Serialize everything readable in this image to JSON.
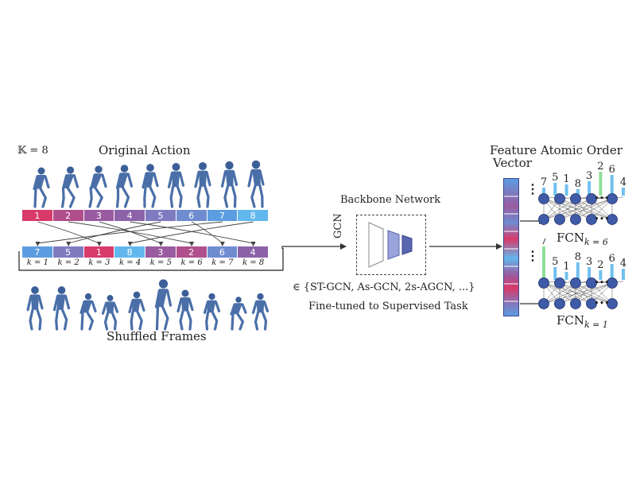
{
  "labels": {
    "k_constant": "𝕂 = 8",
    "original_action": "Original Action",
    "shuffled_frames": "Shuffled Frames",
    "backbone_network": "Backbone Network",
    "gcn": "GCN",
    "backbone_set": "∈ {ST-GCN, As-GCN, 2s-AGCN, ...}",
    "fine_tuned": "Fine-tuned to Supervised Task",
    "feature": "Feature",
    "vector": "Vector",
    "atomic_order": "Atomic Order",
    "fcn_top": "FCN",
    "fcn_top_sub": "k = 6",
    "fcn_bottom": "FCN",
    "fcn_bottom_sub": "k = 1",
    "ellipsis": "⋮"
  },
  "original_sequence": [
    "1",
    "2",
    "3",
    "4",
    "5",
    "6",
    "7",
    "8"
  ],
  "shuffled_sequence": [
    "7",
    "5",
    "1",
    "8",
    "3",
    "2",
    "6",
    "4"
  ],
  "position_labels": [
    "k = 1",
    "k = 2",
    "k = 3",
    "k = 4",
    "k = 5",
    "k = 6",
    "k = 7",
    "k = 8"
  ],
  "top_bars": [
    "7",
    "5",
    "1",
    "8",
    "3",
    "2",
    "6",
    "4"
  ],
  "top_highlight": "2",
  "bottom_bars": [
    "7",
    "5",
    "1",
    "8",
    "3",
    "2",
    "6",
    "4"
  ],
  "bottom_highlight": "7",
  "colors": {
    "frame_1": "#d83a6a",
    "frame_2": "#b04f8c",
    "frame_3": "#9a5ba0",
    "frame_4": "#8c62a8",
    "frame_5": "#7f7bc0",
    "frame_6": "#6f8cd0",
    "frame_7": "#5c9ce0",
    "frame_8": "#62b8ee",
    "bar_default": "#6fc0ef",
    "bar_highlight": "#8fe09a",
    "node_fill": "#3f5ba8",
    "gcn_layer": "#5a66b0"
  }
}
